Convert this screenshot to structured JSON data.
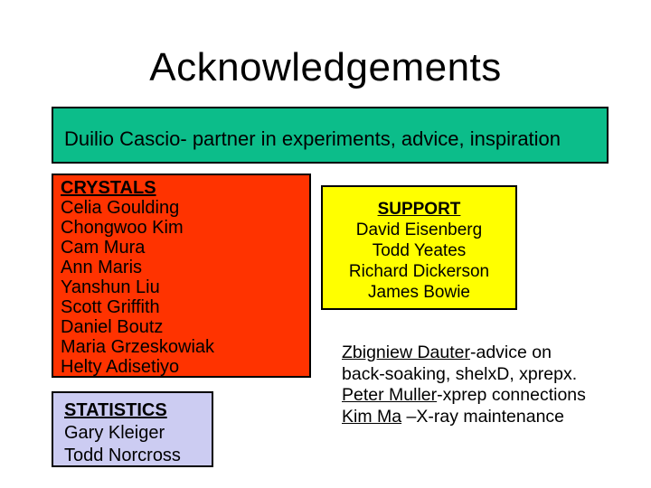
{
  "title": "Acknowledgements",
  "colors": {
    "banner_bg": "#0CBD8A",
    "crystals_bg": "#FF3300",
    "support_bg": "#FFFF00",
    "statistics_bg": "#CCCCF2",
    "border": "#000000",
    "text": "#000000"
  },
  "banner": {
    "text": "Duilio Cascio- partner in experiments, advice, inspiration"
  },
  "crystals": {
    "header": "CRYSTALS",
    "names": [
      "Celia Goulding",
      "Chongwoo Kim",
      "Cam Mura",
      "Ann Maris",
      "Yanshun Liu",
      "Scott Griffith",
      "Daniel Boutz",
      "Maria Grzeskowiak",
      "Helty Adisetiyo"
    ]
  },
  "support": {
    "header": "SUPPORT",
    "names": [
      "David Eisenberg",
      "Todd Yeates",
      "Richard Dickerson",
      "James Bowie"
    ]
  },
  "statistics": {
    "header": "STATISTICS",
    "names": [
      "Gary Kleiger",
      "Todd Norcross"
    ]
  },
  "notes": [
    {
      "name": "Zbigniew Dauter",
      "rest": "-advice on"
    },
    {
      "name": "",
      "rest": "back-soaking, shelxD, xprepx."
    },
    {
      "name": "Peter Muller",
      "rest": "-xprep connections"
    },
    {
      "name": "Kim Ma",
      "rest": " –X-ray maintenance"
    }
  ]
}
